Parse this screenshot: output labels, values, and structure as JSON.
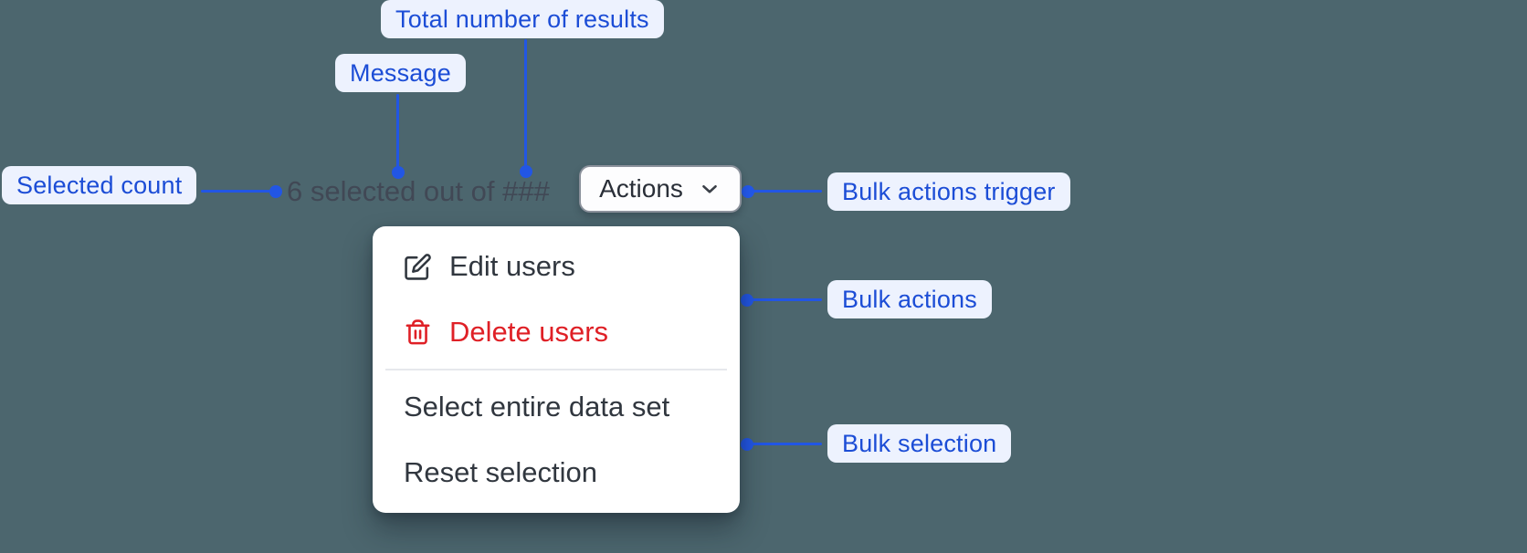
{
  "canvas": {
    "background": "#4c666e"
  },
  "palette": {
    "callout_bg": "#edf2fe",
    "callout_text": "#1c4dd6",
    "connector_blue": "#2256e4",
    "message_text": "#414855",
    "menu_text": "#31373f",
    "danger_red": "#df2026",
    "button_border": "#8b919b",
    "panel_bg": "#ffffff"
  },
  "callouts": {
    "total_results": "Total number of results",
    "message": "Message",
    "selected_count": "Selected count",
    "bulk_actions_trigger": "Bulk actions trigger",
    "bulk_actions": "Bulk actions",
    "bulk_selection": "Bulk selection"
  },
  "bulk_bar": {
    "selection_message": "6 selected out of ###",
    "actions_button": "Actions"
  },
  "actions_menu": {
    "items": [
      {
        "label": "Edit users",
        "icon": "edit-icon",
        "danger": false
      },
      {
        "label": "Delete users",
        "icon": "trash-icon",
        "danger": true
      },
      {
        "label": "Select entire data set",
        "icon": null,
        "danger": false
      },
      {
        "label": "Reset selection",
        "icon": null,
        "danger": false
      }
    ]
  }
}
